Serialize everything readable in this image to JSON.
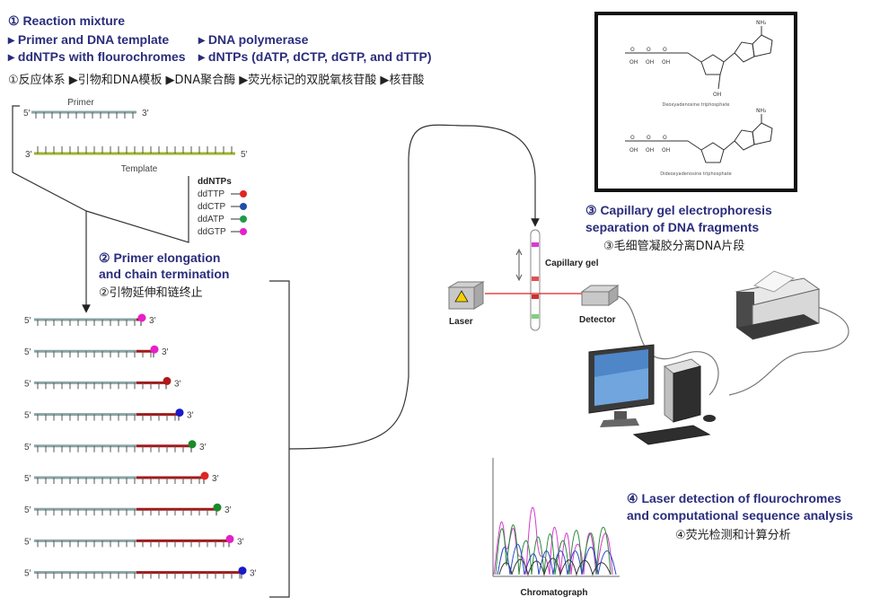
{
  "step1": {
    "title": "① Reaction mixture",
    "items": [
      "▸ Primer and DNA template",
      "▸ DNA polymerase",
      "▸ ddNTPs with flourochromes",
      "▸ dNTPs (dATP, dCTP, dGTP, and dTTP)"
    ],
    "cn": "①反应体系 ▶引物和DNA模板 ▶DNA聚合酶 ▶荧光标记的双脱氧核苷酸 ▶核苷酸"
  },
  "primer": {
    "label": "Primer",
    "end5": "5′",
    "end3": "3′"
  },
  "template": {
    "label": "Template",
    "end3": "3′",
    "end5": "5′"
  },
  "ddntps": {
    "title": "ddNTPs",
    "items": [
      {
        "name": "ddTTP",
        "color": "#e02424"
      },
      {
        "name": "ddCTP",
        "color": "#1e4fa8"
      },
      {
        "name": "ddATP",
        "color": "#1f9a4a"
      },
      {
        "name": "ddGTP",
        "color": "#e61fc9"
      }
    ]
  },
  "step2": {
    "line1": "② Primer elongation",
    "line2": "and chain termination",
    "cn": "②引物延伸和链终止"
  },
  "fragments": {
    "end5": "5′",
    "end3": "3′",
    "dye_colors": [
      "#e61fc9",
      "#e61fc9",
      "#b01a1a",
      "#1a1ac8",
      "#1a8a2a",
      "#e02424",
      "#1a8a2a",
      "#e61fc9",
      "#1a1ac8"
    ]
  },
  "step3": {
    "line1": "③ Capillary gel electrophoresis",
    "line2": "separation of DNA fragments",
    "cn": "③毛细管凝胶分离DNA片段"
  },
  "capillary": {
    "gel_label": "Capillary gel",
    "laser_label": "Laser",
    "detector_label": "Detector"
  },
  "molecules": {
    "top_caption": "Deoxyadenosine triphosphate",
    "bottom_caption": "Dideoxyadenosine triphosphate"
  },
  "step4": {
    "line1": "④ Laser detection of flourochromes",
    "line2": "and computational sequence analysis",
    "cn": "④荧光检测和计算分析"
  },
  "chromatograph": {
    "label": "Chromatograph"
  }
}
